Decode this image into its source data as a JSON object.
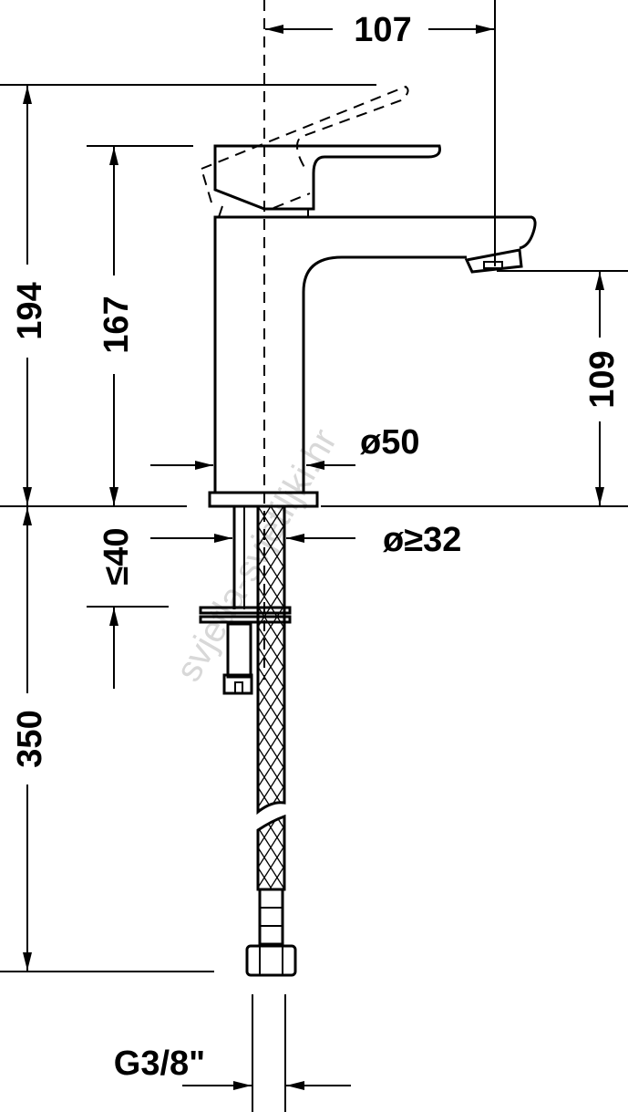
{
  "drawing": {
    "dimensions": {
      "spout_reach": "107",
      "total_height": "194",
      "body_height": "167",
      "spout_height": "109",
      "base_diameter": "ø50",
      "hole_diameter": "ø≥32",
      "max_counter_thickness": "≤40",
      "hose_length": "350",
      "thread": "G3/8\""
    },
    "watermark": "svjetla-svjetiljki.hr"
  }
}
